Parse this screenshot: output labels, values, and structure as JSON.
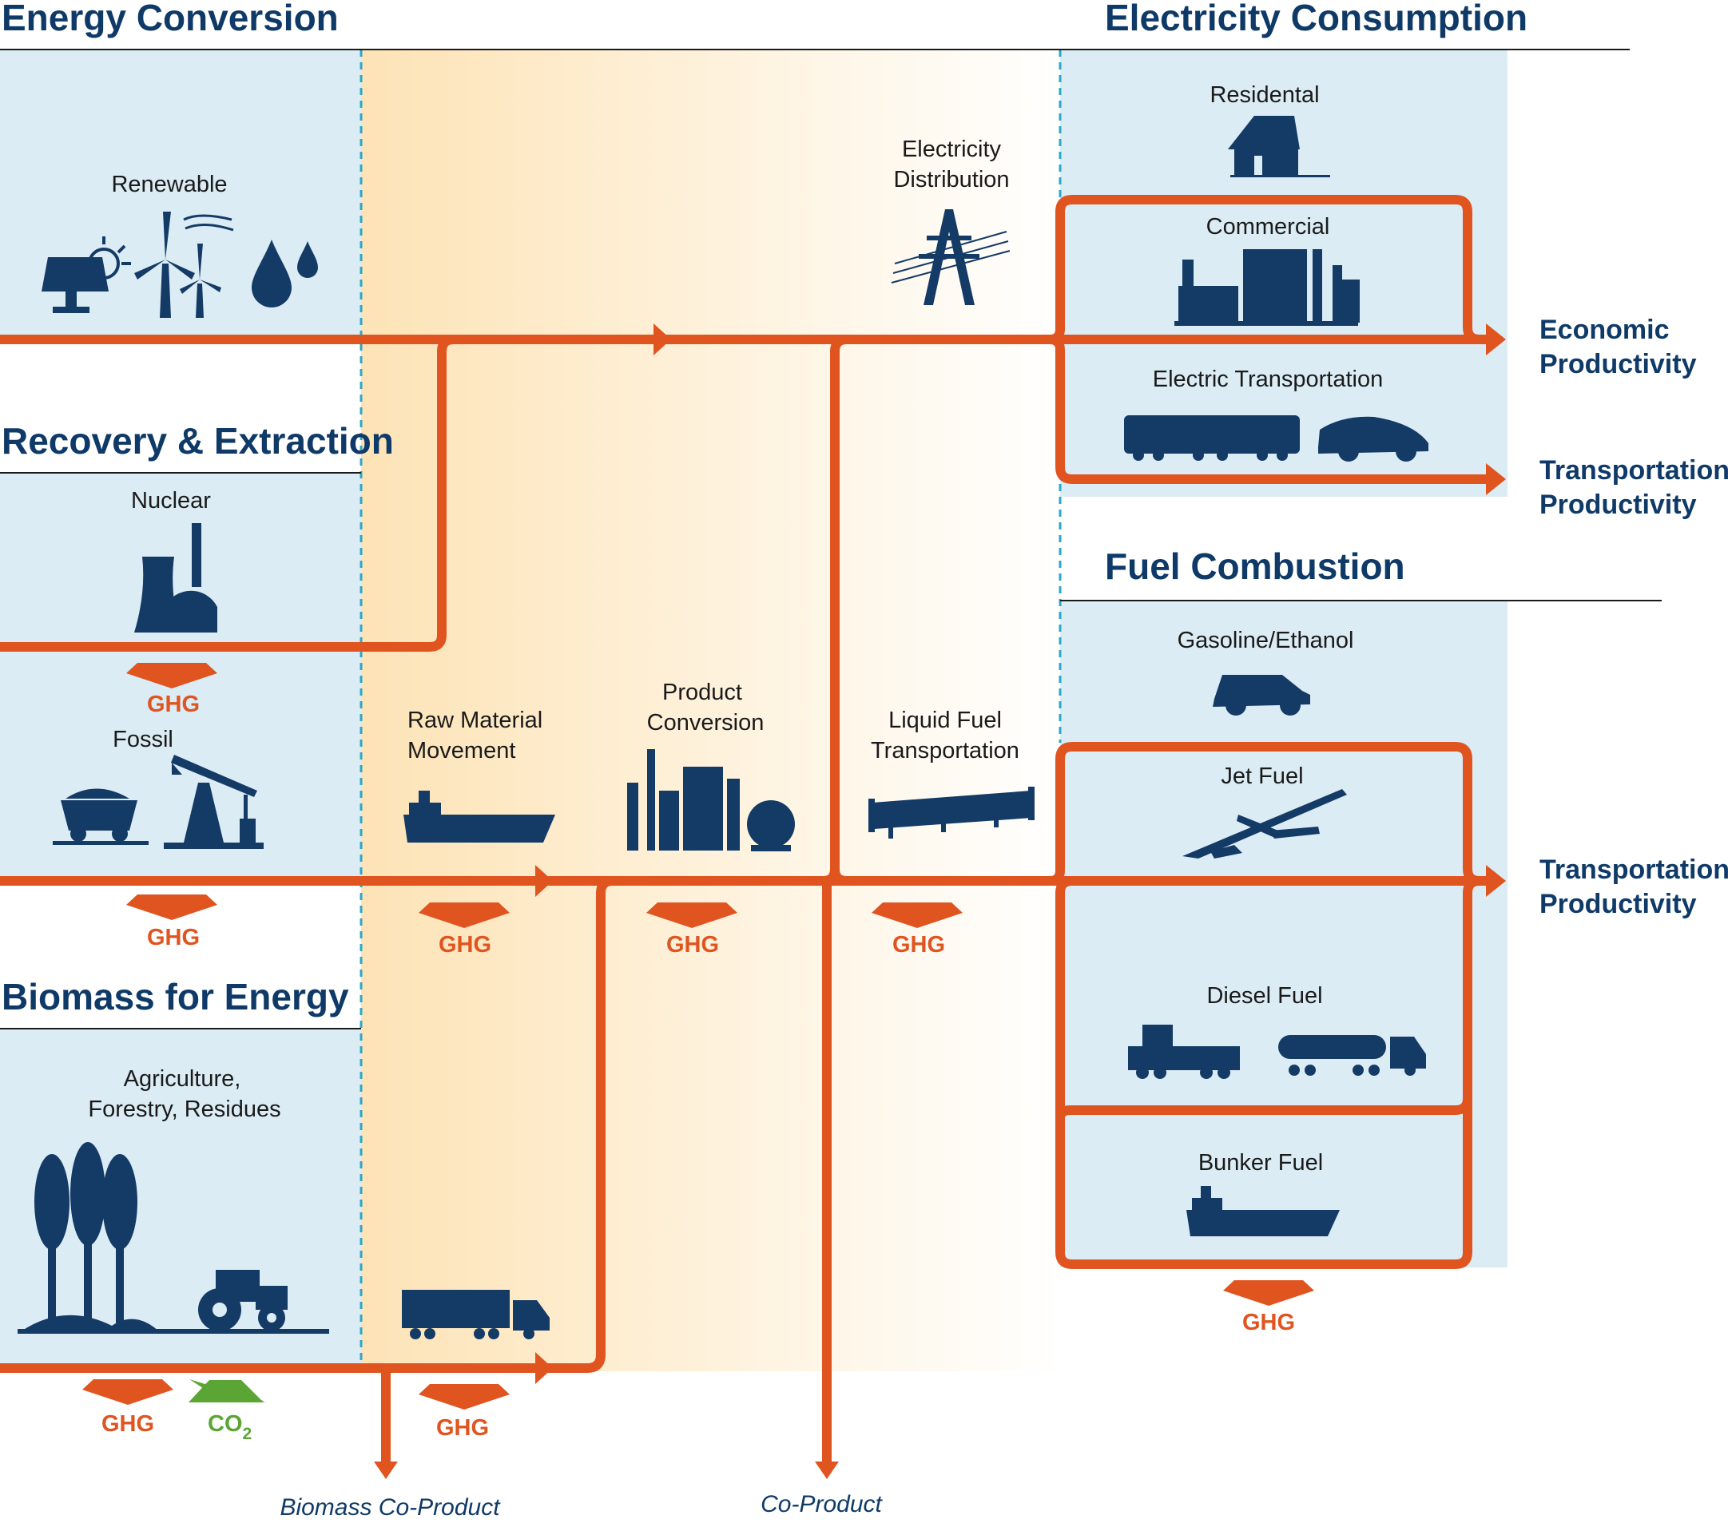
{
  "colors": {
    "flow": "#e05420",
    "panel_blue": "#dbecf5",
    "transition_band": "#fde6bf",
    "heading_navy": "#0f3a68",
    "icon_navy": "#143a66",
    "co2_green": "#5ba534"
  },
  "sections": {
    "energy_conversion": "Energy Conversion",
    "recovery_extraction": "Recovery & Extraction",
    "biomass_for_energy": "Biomass for Energy",
    "electricity_consumption": "Electricity Consumption",
    "fuel_combustion": "Fuel Combustion"
  },
  "sources": {
    "renewable": {
      "label": "Renewable",
      "icons": [
        "solar-panel-icon",
        "wind-turbine-icon",
        "water-drops-icon"
      ]
    },
    "nuclear": {
      "label": "Nuclear",
      "icons": [
        "nuclear-plant-icon"
      ]
    },
    "fossil": {
      "label": "Fossil",
      "icons": [
        "coal-cart-icon",
        "oil-pump-icon"
      ]
    },
    "biomass": {
      "label_line1": "Agriculture,",
      "label_line2": "Forestry, Residues",
      "icons": [
        "trees-icon",
        "tractor-icon"
      ]
    }
  },
  "stages": {
    "raw_material": {
      "line1": "Raw Material",
      "line2": "Movement",
      "icons": [
        "ship-icon",
        "semi-truck-icon"
      ]
    },
    "product_conversion": {
      "line1": "Product",
      "line2": "Conversion",
      "icons": [
        "refinery-icon"
      ]
    },
    "liquid_fuel": {
      "line1": "Liquid Fuel",
      "line2": "Transportation",
      "icons": [
        "pipeline-icon"
      ]
    },
    "electricity_distribution": {
      "line1": "Electricity",
      "line2": "Distribution",
      "icons": [
        "power-tower-icon"
      ]
    }
  },
  "consumers": {
    "residental": {
      "label": "Residental",
      "icons": [
        "house-icon"
      ]
    },
    "commercial": {
      "label": "Commercial",
      "icons": [
        "factory-building-icon"
      ]
    },
    "electric_transportation": {
      "label": "Electric Transportation",
      "icons": [
        "train-icon",
        "car-icon"
      ]
    },
    "gasoline": {
      "label": "Gasoline/Ethanol",
      "icons": [
        "suv-icon"
      ]
    },
    "jet_fuel": {
      "label": "Jet Fuel",
      "icons": [
        "airplane-icon"
      ]
    },
    "diesel_fuel": {
      "label": "Diesel Fuel",
      "icons": [
        "locomotive-icon",
        "tanker-truck-icon"
      ]
    },
    "bunker_fuel": {
      "label": "Bunker Fuel",
      "icons": [
        "cargo-ship-icon"
      ]
    }
  },
  "outputs": {
    "economic_l1": "Economic",
    "economic_l2": "Productivity",
    "transport1_l1": "Transportation",
    "transport1_l2": "Productivity",
    "transport2_l1": "Transportation",
    "transport2_l2": "Productivity",
    "biomass_coproduct": "Biomass Co-Product",
    "coproduct": "Co-Product"
  },
  "emissions": {
    "ghg": "GHG",
    "co2_main": "CO",
    "co2_sub": "2"
  }
}
